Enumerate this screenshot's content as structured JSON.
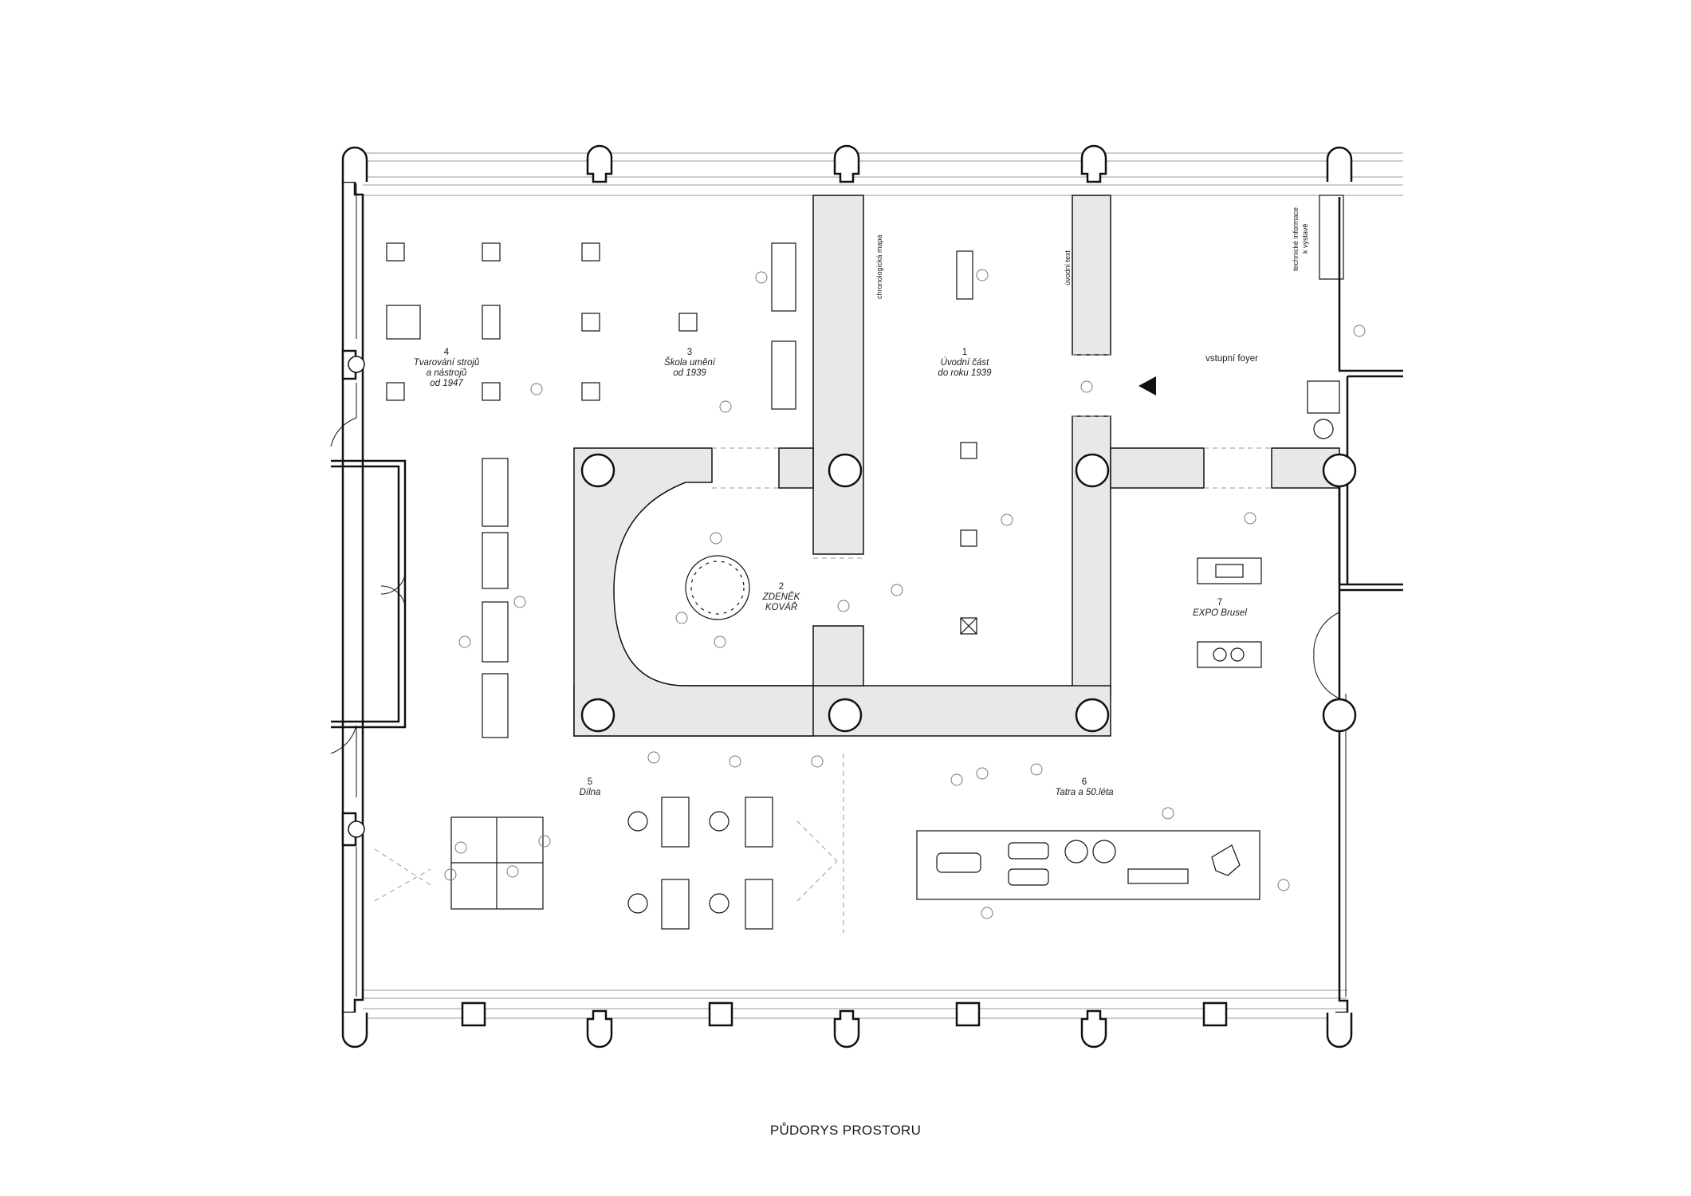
{
  "caption": "PŮDORYS PROSTORU",
  "rooms": {
    "r1": {
      "num": "1",
      "name1": "Úvodní část",
      "name2": "do roku 1939"
    },
    "r2": {
      "num": "2",
      "name1": "ZDENĚK",
      "name2": "KOVÁŘ"
    },
    "r3": {
      "num": "3",
      "name1": "Škola umění",
      "name2": "od 1939"
    },
    "r4": {
      "num": "4",
      "name1": "Tvarování strojů",
      "name2": "a nástrojů",
      "name3": "od 1947"
    },
    "r5": {
      "num": "5",
      "name1": "Dílna"
    },
    "r6": {
      "num": "6",
      "name1": "Tatra a 50.léta"
    },
    "r7": {
      "num": "7",
      "name1": "EXPO Brusel"
    }
  },
  "labels": {
    "foyer": "vstupní foyer",
    "chrono_map": "chronologická mapa",
    "intro_text": "úvodní text",
    "tech_info_1": "technické informace",
    "tech_info_2": "k výstavě"
  },
  "icons": {
    "entrance": "entrance-arrow-icon"
  },
  "colors": {
    "line": "#111111",
    "fill": "#e8e8e8",
    "thin": "#999999"
  }
}
